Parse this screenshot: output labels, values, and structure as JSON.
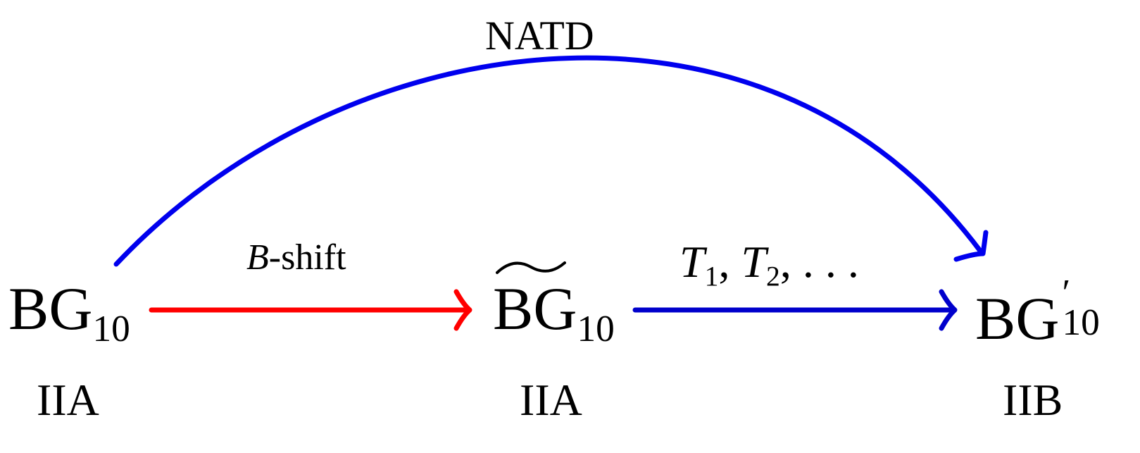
{
  "nodes": {
    "left": {
      "base": "BG",
      "sub": "10",
      "theory": "IIA"
    },
    "middle": {
      "base": "BG",
      "sub": "10",
      "theory": "IIA"
    },
    "right": {
      "base": "BG",
      "sup": "′",
      "sub": "10",
      "theory": "IIB"
    }
  },
  "arrows": {
    "natd": {
      "label": "NATD",
      "color": "#0000ee"
    },
    "bshift": {
      "label_italic": "B",
      "label_rest": "-shift",
      "color": "#ff0000"
    },
    "tdual": {
      "t1": "T",
      "t1_sub": "1",
      "sep": ", ",
      "t2": "T",
      "t2_sub": "2",
      "tail": ", . . .",
      "color": "#0000cc"
    }
  }
}
